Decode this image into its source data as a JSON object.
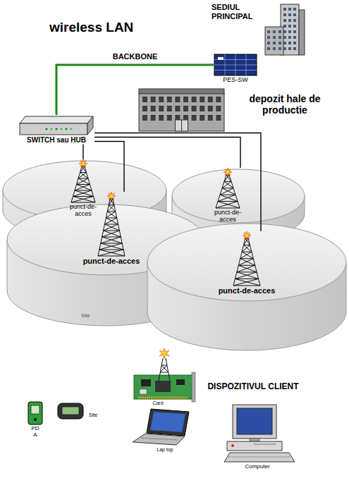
{
  "diagram": {
    "title": "wireless LAN",
    "nodes": [
      {
        "text": [
          "SEDIUL PRINCIPAL"
        ]
      },
      {
        "text": [
          "PES-SW"
        ]
      },
      {
        "text": [
          "depozit hale de productie"
        ]
      },
      {
        "text": [
          "SWITCH sau HUB"
        ]
      },
      {
        "text": [
          "punct-de-acces"
        ]
      },
      {
        "text": [
          "punct-de-acces"
        ]
      },
      {
        "text": [
          "punct-de-acces"
        ]
      },
      {
        "text": [
          "punct-de-acces"
        ]
      }
    ],
    "edges": [
      {
        "from": 3,
        "to": 1,
        "arrow": "none",
        "label": "BACKBONE"
      },
      {
        "from": 3,
        "to": 4,
        "arrow": "none"
      },
      {
        "from": 3,
        "to": 5,
        "arrow": "none"
      },
      {
        "from": 3,
        "to": 6,
        "arrow": "none"
      },
      {
        "from": 3,
        "to": 7,
        "arrow": "none"
      }
    ],
    "labels": [
      "Site",
      "DISPOZITIVUL CLIENT",
      "PD A",
      "Site",
      "Card",
      "Lap top",
      "Computer"
    ]
  }
}
